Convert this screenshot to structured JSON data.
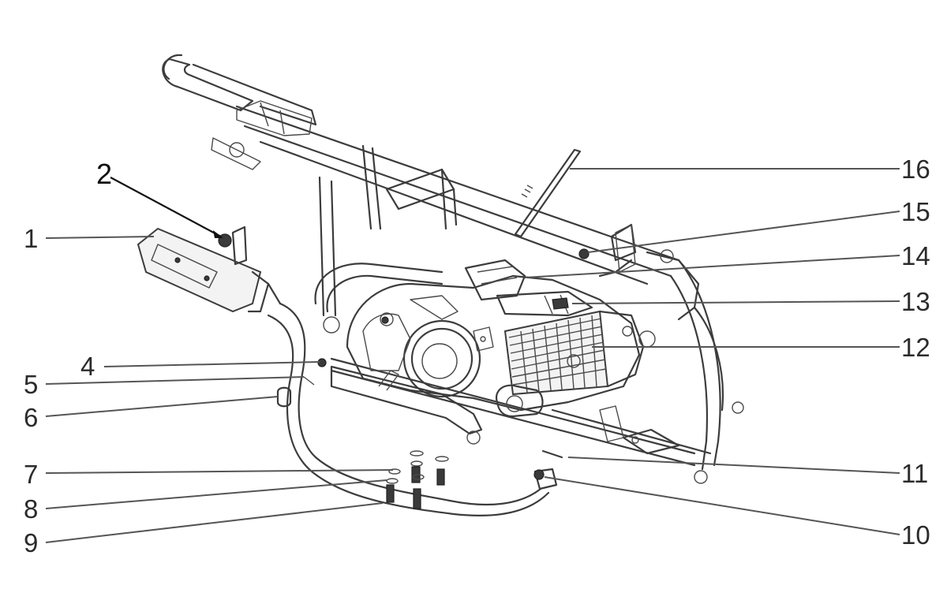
{
  "diagram": {
    "colors": {
      "line": "#3c3c3c",
      "label": "#2b2b2b",
      "background": "#ffffff"
    },
    "callouts": [
      {
        "id": "1",
        "label": "1"
      },
      {
        "id": "2",
        "label": "2"
      },
      {
        "id": "4",
        "label": "4"
      },
      {
        "id": "5",
        "label": "5"
      },
      {
        "id": "6",
        "label": "6"
      },
      {
        "id": "7",
        "label": "7"
      },
      {
        "id": "8",
        "label": "8"
      },
      {
        "id": "9",
        "label": "9"
      },
      {
        "id": "10",
        "label": "10"
      },
      {
        "id": "11",
        "label": "11"
      },
      {
        "id": "12",
        "label": "12"
      },
      {
        "id": "13",
        "label": "13"
      },
      {
        "id": "14",
        "label": "14"
      },
      {
        "id": "15",
        "label": "15"
      },
      {
        "id": "16",
        "label": "16"
      }
    ]
  }
}
